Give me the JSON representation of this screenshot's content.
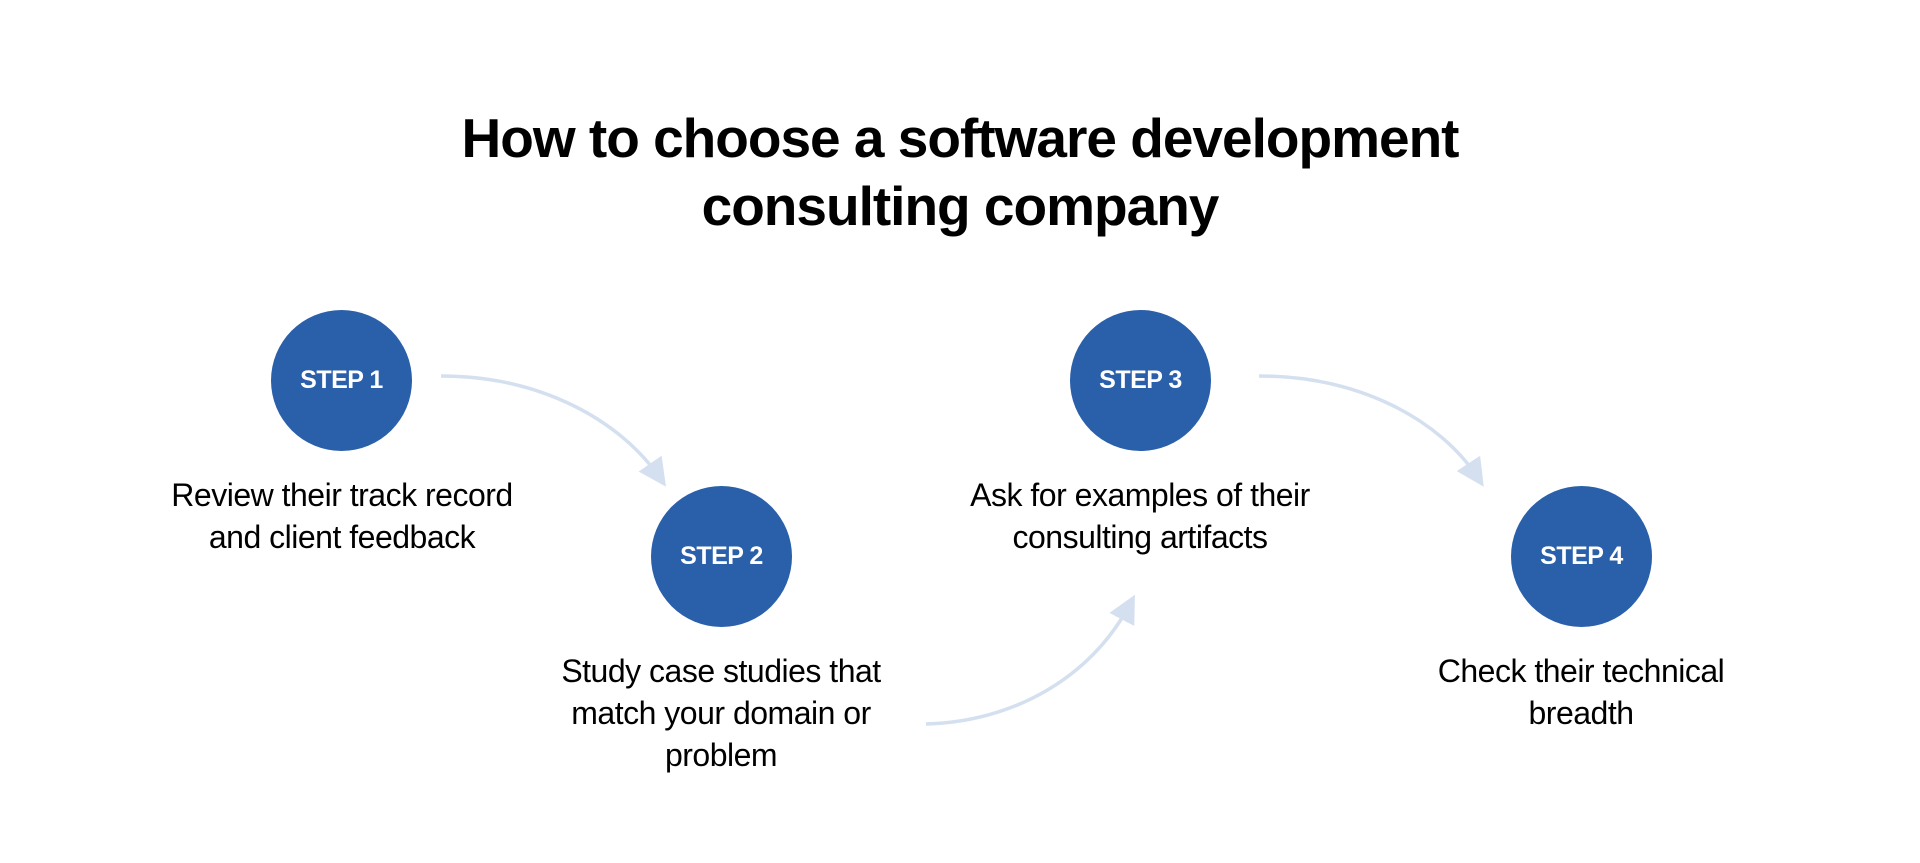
{
  "title": {
    "line1": "How to choose a software development",
    "line2": "consulting company"
  },
  "colors": {
    "circle": "#2a5faa",
    "arrow": "#d4e0ef",
    "text": "#000000"
  },
  "steps": [
    {
      "label": "STEP 1",
      "description": [
        "Review their track record",
        "and client feedback"
      ]
    },
    {
      "label": "STEP 2",
      "description": [
        "Study case studies that",
        "match your domain or",
        "problem"
      ]
    },
    {
      "label": "STEP 3",
      "description": [
        "Ask for examples of their",
        "consulting artifacts"
      ]
    },
    {
      "label": "STEP 4",
      "description": [
        "Check their technical",
        "breadth"
      ]
    }
  ],
  "connectors": [
    {
      "from": "STEP 1",
      "to": "STEP 2",
      "icon": "curved-arrow-down-right"
    },
    {
      "from": "STEP 2",
      "to": "STEP 3",
      "icon": "curved-arrow-up-right"
    },
    {
      "from": "STEP 3",
      "to": "STEP 4",
      "icon": "curved-arrow-down-right"
    }
  ]
}
